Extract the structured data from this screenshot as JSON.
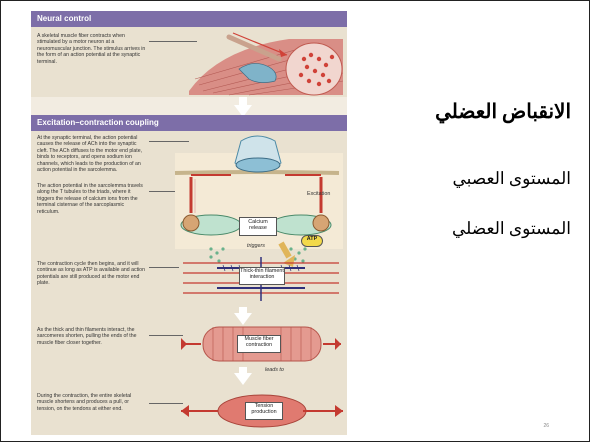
{
  "figure": {
    "neural_title": "Neural control",
    "neural_text": "A skeletal muscle fiber contracts when stimulated by a motor neuron at a neuromuscular junction. The stimulus arrives in the form of an action potential at the synaptic terminal.",
    "ecc_title": "Excitation–contraction coupling",
    "ecc_text_1": "At the synaptic terminal, the action potential causes the release of ACh into the synaptic cleft. The ACh diffuses to the motor end plate, binds to receptors, and opens sodium ion channels, which leads to the production of an action potential in the sarcolemma.",
    "ecc_text_2": "The action potential in the sarcolemma travels along the T tubules to the triads, where it triggers the release of calcium ions from the terminal cisternae of the sarcoplasmic reticulum.",
    "ecc_text_3": "The contraction cycle then begins, and it will continue as long as ATP is available and action potentials are still produced at the motor end plate.",
    "ecc_text_4": "As the thick and thin filaments interact, the sarcomeres shorten, pulling the ends of the muscle fiber closer together.",
    "ecc_text_5": "During the contraction, the entire skeletal muscle shortens and produces a pull, or tension, on the tendons at either end.",
    "label_excitation": "Excitation",
    "label_calcium": "Calcium release",
    "label_triggers": "triggers",
    "label_atp": "ATP",
    "label_filament": "Thick-thin filament interaction",
    "label_contraction": "Muscle fiber contraction",
    "label_leads": "leads to",
    "label_tension": "Tension production"
  },
  "slide": {
    "title": "الانقباض العضلي",
    "line_1": "المستوى العصبي",
    "line_2": "المستوى العضلي",
    "page_number": "26"
  }
}
